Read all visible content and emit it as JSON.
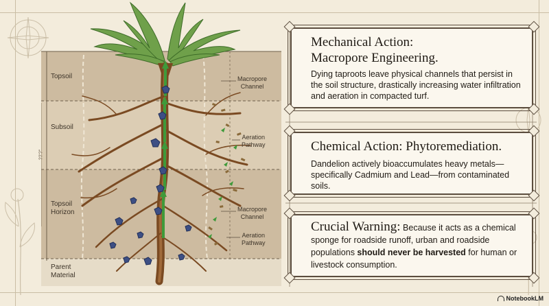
{
  "diagram": {
    "layers": [
      {
        "label": "Topsoil"
      },
      {
        "label": "Subsoil"
      },
      {
        "label": "Topsoil\nHorizon"
      },
      {
        "label": "Parent\nMaterial"
      }
    ],
    "callouts": [
      {
        "label": "Macropore\nChannel"
      },
      {
        "label": "Aeration\nPathway"
      },
      {
        "label": "Macropore\nChannel"
      },
      {
        "label": "Aeration\nPathway"
      }
    ],
    "depth_marker": "??'?\""
  },
  "cards": {
    "mechanical": {
      "title_line1": "Mechanical Action:",
      "title_line2": "Macropore Engineering.",
      "body": "Dying taproots leave physical channels that persist in the soil structure, drastically increasing water infiltration and aeration in compacted turf."
    },
    "chemical": {
      "title": "Chemical Action: Phytoremediation.",
      "body": "Dandelion actively bioaccumulates heavy metals—specifically Cadmium and Lead—from contaminated soils."
    },
    "warning": {
      "title": "Crucial Warning:",
      "body_part1": " Because it acts as a chemical sponge for roadside runoff, urban and roadside populations ",
      "emphasis": "should never be harvested",
      "body_part2": " for human or livestock consumption."
    }
  },
  "brand": "NotebookLM",
  "colors": {
    "background": "#f3ecdc",
    "soil_top": "#cdbba0",
    "soil_mid": "#dccdb4",
    "soil_low": "#cdbba0",
    "parent": "#e6dcc8",
    "root": "#7a4a22",
    "arrow": "#3f9a3a",
    "rock": "#3d4f84",
    "card_border": "#5b4d3e"
  }
}
